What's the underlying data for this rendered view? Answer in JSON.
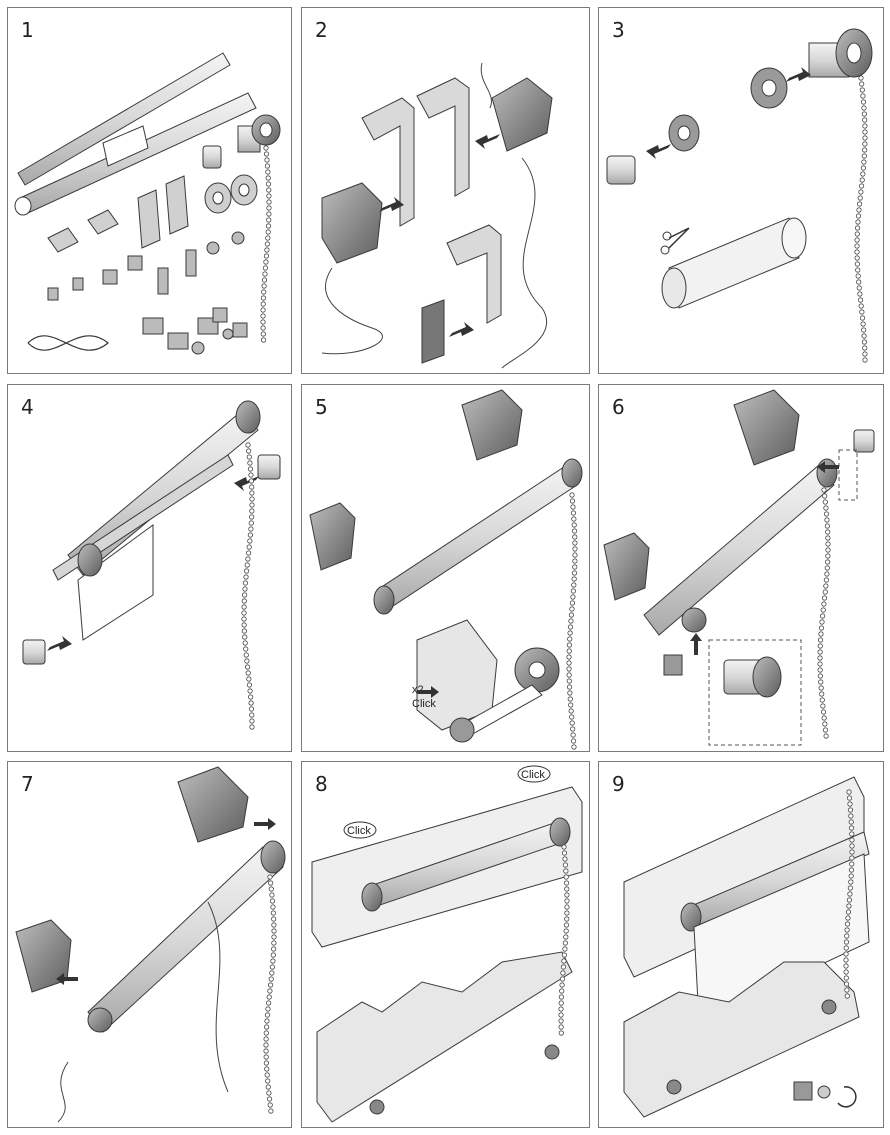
{
  "steps": [
    {
      "number": "1"
    },
    {
      "number": "2"
    },
    {
      "number": "3"
    },
    {
      "number": "4"
    },
    {
      "number": "5",
      "labels": {
        "count": "x2",
        "action": "Click"
      }
    },
    {
      "number": "6"
    },
    {
      "number": "7"
    },
    {
      "number": "8",
      "labels": {
        "click_left": "Click",
        "click_right": "Click"
      }
    },
    {
      "number": "9"
    }
  ],
  "colors": {
    "border": "#7a7a7a",
    "part_fill": "#e3e3e3",
    "part_dark": "#8a8a8a",
    "stroke": "#3a3a3a"
  }
}
